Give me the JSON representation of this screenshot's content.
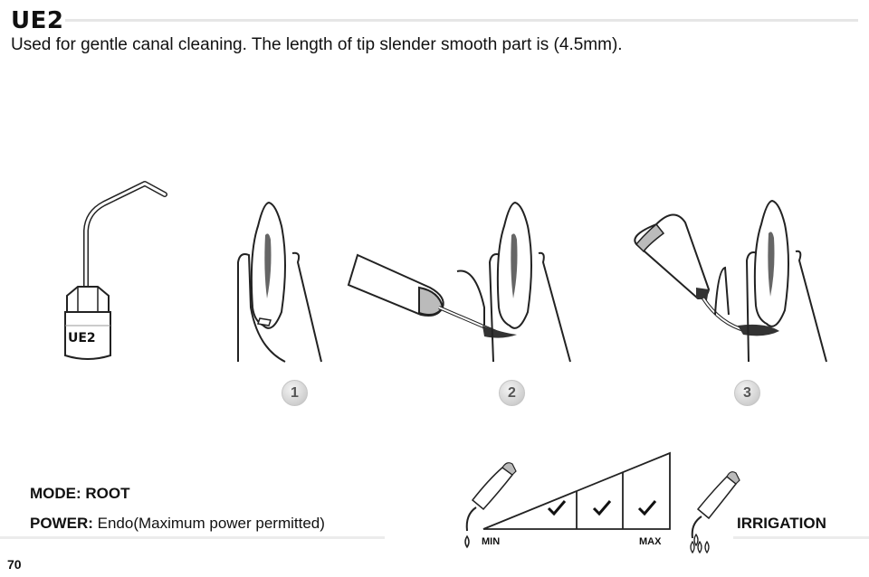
{
  "header": {
    "title": "UE2",
    "description": "Used for gentle canal cleaning. The length of tip slender smooth part is (4.5mm)."
  },
  "tip": {
    "label": "UE2"
  },
  "steps": [
    "1",
    "2",
    "3"
  ],
  "settings": {
    "mode": "MODE: ROOT",
    "power_label": "POWER:",
    "power_value": " Endo(Maximum power permitted)",
    "irrigation": "IRRIGATION"
  },
  "power_scale": {
    "min_label": "MIN",
    "max_label": "MAX",
    "permitted": [
      false,
      true,
      true,
      true
    ]
  },
  "page": {
    "number": "70"
  }
}
